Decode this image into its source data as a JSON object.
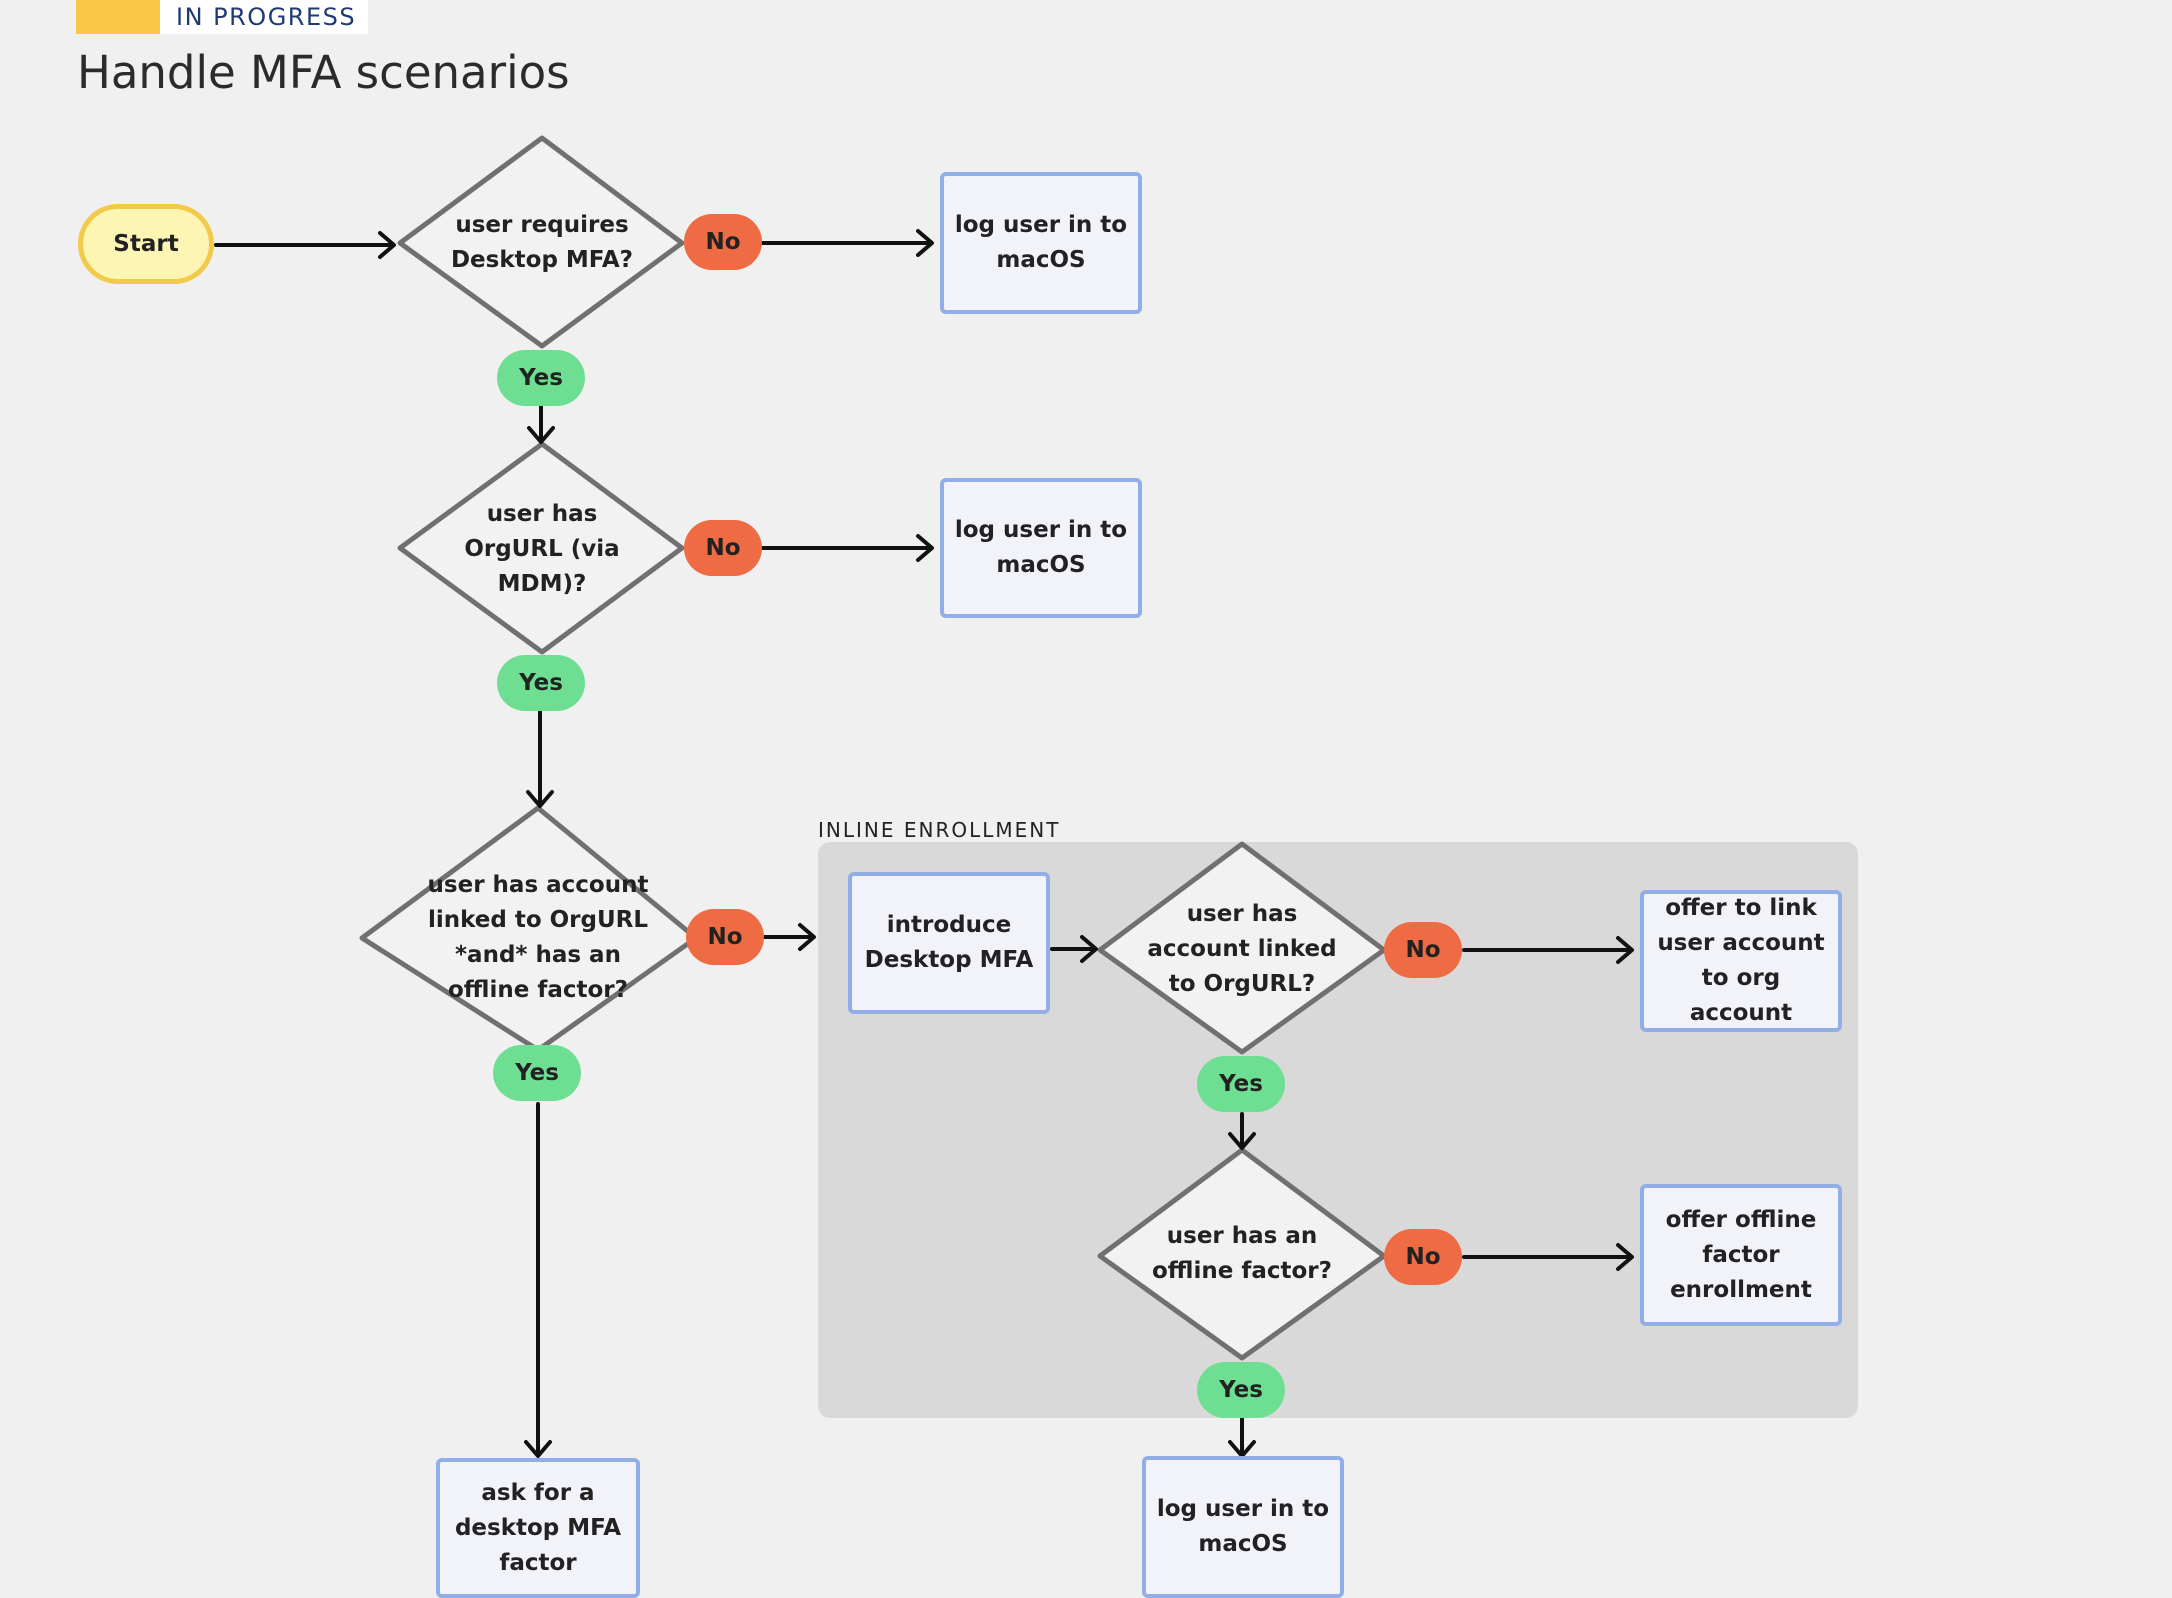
{
  "header": {
    "status": "IN PROGRESS",
    "title": "Handle MFA scenarios",
    "status_color": "#f9c846"
  },
  "group": {
    "label": "INLINE ENROLLMENT"
  },
  "nodes": {
    "start": "Start",
    "d1": "user requires Desktop MFA?",
    "d2": "user has OrgURL (via MDM)?",
    "d3": "user has account linked to OrgURL *and* has an offline factor?",
    "d4": "user has account linked to OrgURL?",
    "d5": "user has an offline factor?",
    "p1": "log user in to macOS",
    "p2": "log user in to macOS",
    "p3": "introduce Desktop MFA",
    "p4": "offer to link user account to org account",
    "p5": "offer offline factor enrollment",
    "p6": "ask for a desktop MFA factor",
    "p7": "log user in to macOS"
  },
  "labels": {
    "yes": "Yes",
    "no": "No"
  },
  "colors": {
    "yes": "#6edf92",
    "no": "#ee6b43",
    "process_border": "#91aee6",
    "start_fill": "#fdf5b3",
    "start_border": "#f3c94a",
    "group_fill": "#d9d9d9"
  }
}
